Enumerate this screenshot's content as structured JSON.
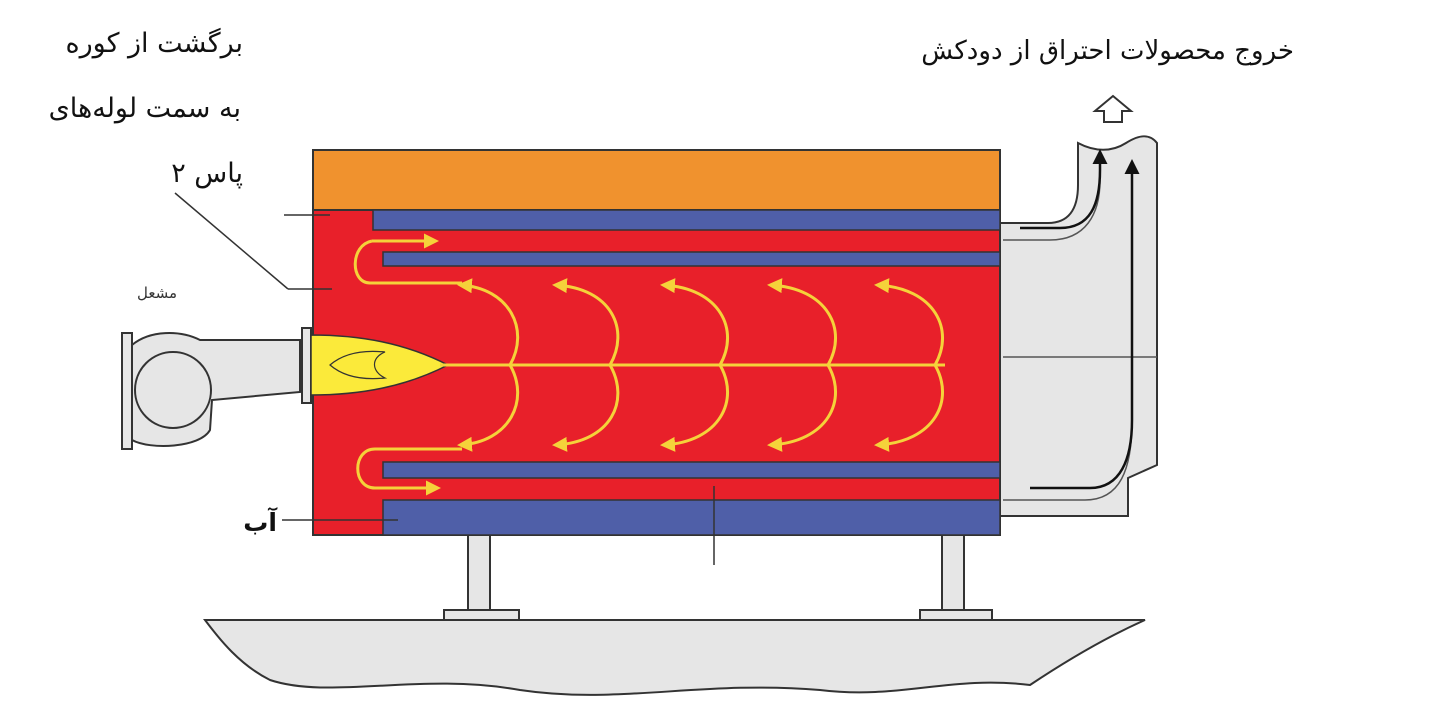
{
  "labels": {
    "exhaust": "خروج محصولات احتراق از دودکش",
    "return_line1": "برگشت از کوره",
    "return_line2": "به سمت لوله‌های",
    "pass2": "پاس ۲",
    "burner": "مشعل",
    "water": "آب"
  },
  "colors": {
    "insulation": "#F0922E",
    "water": "#4F5FA8",
    "combustion": "#E8202A",
    "flow_arrows": "#F5D23A",
    "flame": "#FBEA3A",
    "steel": "#E6E6E6",
    "outline": "#333333"
  },
  "icons": {
    "exhaust_arrow": "hollow-up-arrow-icon",
    "flow": "yellow-curved-arrow-icon"
  }
}
